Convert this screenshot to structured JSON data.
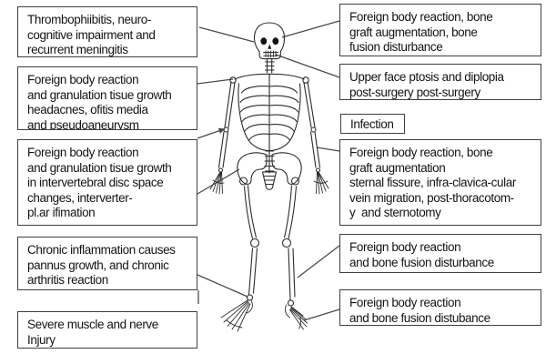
{
  "figure": {
    "type": "annotated-skeleton-diagram",
    "colors": {
      "background": "#ffffff",
      "box_border": "#3f3f3f",
      "leader_line": "#4a4a4a",
      "skeleton_line": "#2b2b2b",
      "text": "#141414"
    },
    "left_labels": [
      {
        "target": "skull-left",
        "text": "Thrombophiibitis, neuro-\ncognitive impairment and\nrecurrent meningitis"
      },
      {
        "target": "shoulder-clavicle",
        "text": "Foreign body reaction\nand granulation tisue growth\nheadacnes, ofitis media\nand pseudoaneurysm"
      },
      {
        "target": "elbow-and-hip",
        "text": "Foreign body reaction\nand granulation tisue growth\nin intervertebral disc space\nchanges, interverter-\npl.ar ifimation"
      },
      {
        "target": "left-ankle",
        "text": "Chronic inflammation causes\npannus growth, and chronic\narthritis reaction"
      },
      {
        "target": "left-foot",
        "text": "Severe muscle and nerve\nInjury"
      }
    ],
    "right_labels": [
      {
        "target": "skull-right",
        "text": "Foreign body reaction, bone\ngraft augmentation, bone\nfusion disturbance"
      },
      {
        "target": "face-jaw",
        "text": "Upper face ptosis and diplopia\npost-surgery post-surgery"
      },
      {
        "target": "none",
        "text": "Infection"
      },
      {
        "target": "right-forearm",
        "text": "Foreign body reaction, bone\ngraft augmentation\nsternal fissure, infra-clavica-cular\nvein migration, post-thoracotom-\ny  and sternotomy"
      },
      {
        "target": "right-shin",
        "text": "Foreign body reaction\nand bone fusion disturbance"
      },
      {
        "target": "right-foot",
        "text": "Foreign body reaction\nand bone fusion distubance"
      }
    ]
  }
}
